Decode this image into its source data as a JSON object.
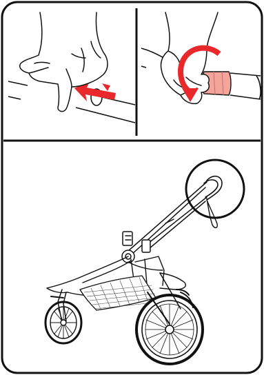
{
  "figure": {
    "panels": [
      {
        "id": "panel-top-left",
        "icon": "hand-pressing-button-icon",
        "arrow_color": "#e8282b"
      },
      {
        "id": "panel-top-right",
        "icon": "hand-rotating-grip-icon",
        "arrow_color": "#e8282b"
      },
      {
        "id": "panel-bottom",
        "icon": "jogging-stroller-icon",
        "callout": "handlebar-circle-callout"
      }
    ],
    "colors": {
      "line": "#111111",
      "accent_red": "#e8282b",
      "band_pink": "#f4a49a",
      "background": "#ffffff"
    }
  }
}
